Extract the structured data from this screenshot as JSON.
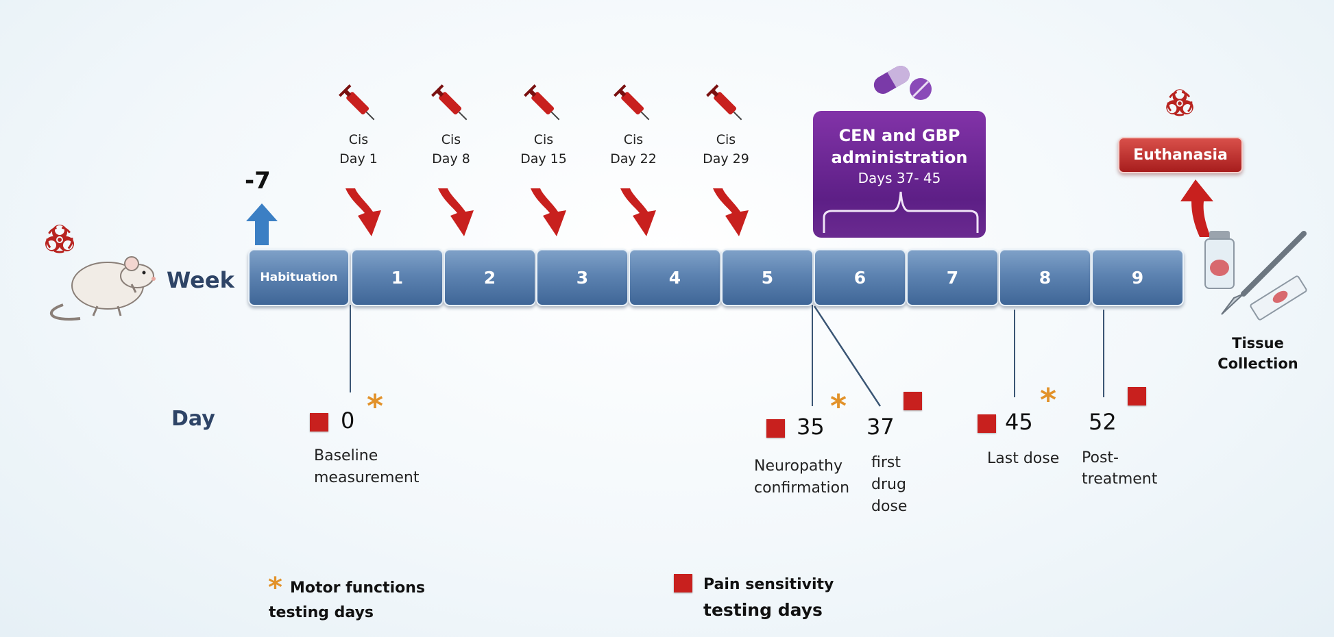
{
  "axis": {
    "week_label": "Week",
    "day_label": "Day",
    "pre_week": "-7"
  },
  "weeks": [
    "Habituation",
    "1",
    "2",
    "3",
    "4",
    "5",
    "6",
    "7",
    "8",
    "9"
  ],
  "injections": [
    {
      "drug": "Cis",
      "day": "Day 1"
    },
    {
      "drug": "Cis",
      "day": "Day 8"
    },
    {
      "drug": "Cis",
      "day": "Day 15"
    },
    {
      "drug": "Cis",
      "day": "Day 22"
    },
    {
      "drug": "Cis",
      "day": "Day 29"
    }
  ],
  "drug_box": {
    "line1": "CEN and GBP",
    "line2": "administration",
    "days": "Days 37- 45"
  },
  "euthanasia": "Euthanasia",
  "tissue": {
    "line1": "Tissue",
    "line2": "Collection"
  },
  "milestones": [
    {
      "day": "0",
      "desc1": "Baseline",
      "desc2": "measurement"
    },
    {
      "day": "35",
      "desc1": "Neuropathy",
      "desc2": "confirmation"
    },
    {
      "day": "37",
      "desc1": "first",
      "desc2": "drug",
      "desc3": "dose"
    },
    {
      "day": "45",
      "desc1": "Last dose"
    },
    {
      "day": "52",
      "desc1": "Post-",
      "desc2": "treatment"
    }
  ],
  "legend": {
    "motor_symbol": "*",
    "motor_line1": "Motor functions",
    "motor_line2": "testing days",
    "pain_line1": "Pain sensitivity",
    "pain_line2": "testing days"
  },
  "colors": {
    "week_box": "#5d83b1",
    "injection_arrow": "#c8201e",
    "drug_box": "#6a2a90",
    "euthanasia": "#b8231f",
    "pain_square": "#c8201e",
    "motor_star": "#e2922a",
    "biohazard": "#b8231f"
  },
  "icons": [
    "rat-icon",
    "biohazard-icon",
    "syringe-icon",
    "pill-icon",
    "vial-icon",
    "scalpel-icon",
    "slide-icon"
  ]
}
